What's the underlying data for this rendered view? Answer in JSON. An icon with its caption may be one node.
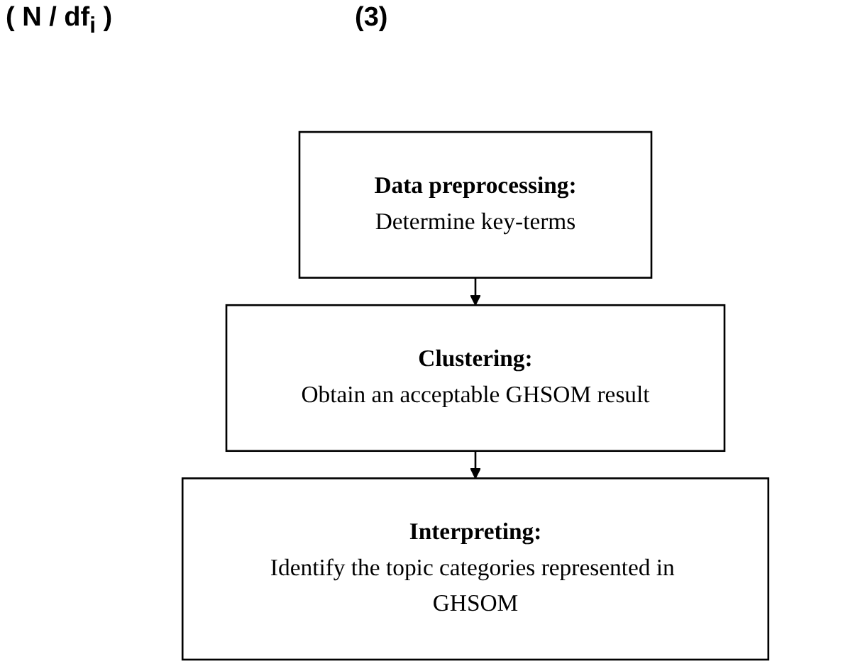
{
  "diagram": {
    "nodes": [
      {
        "text": [
          "Data preprocessing:",
          "Determine key-terms"
        ]
      },
      {
        "text": [
          "Clustering:",
          "Obtain an acceptable GHSOM result"
        ]
      },
      {
        "text": [
          "Interpreting:",
          "Identify the topic categories represented in GHSOM"
        ]
      }
    ],
    "edges": [
      {
        "from": 0,
        "to": 1,
        "arrow": "to"
      },
      {
        "from": 1,
        "to": 2,
        "arrow": "to"
      }
    ],
    "labels": [
      "( N / df$_{i}$ )",
      "(3)"
    ]
  }
}
